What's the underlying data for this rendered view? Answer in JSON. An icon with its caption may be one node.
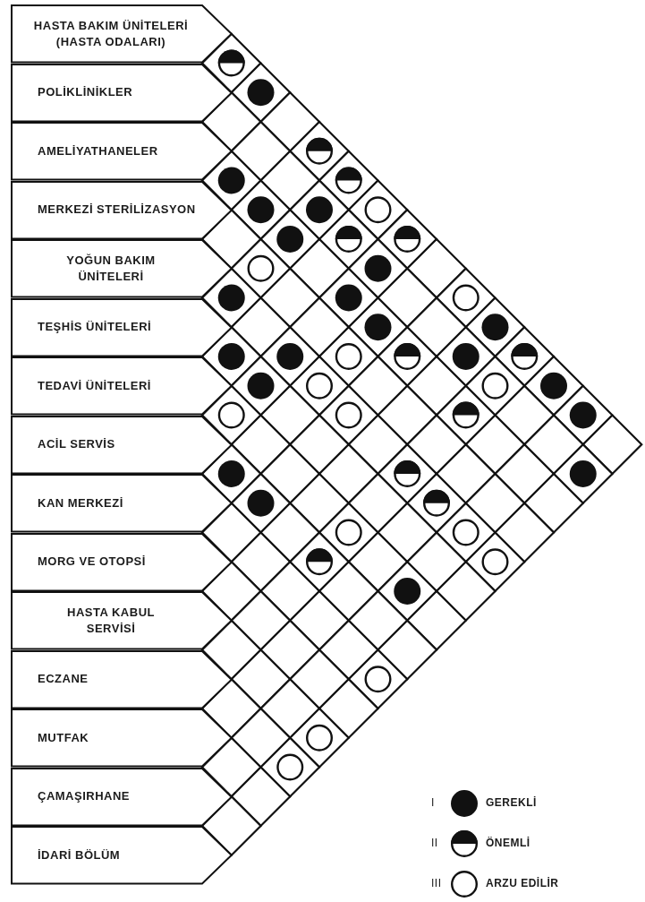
{
  "diagram": {
    "nodes": [
      {
        "text": [
          "HASTA BAKIM ÜNİTELERİ (HASTA ODALARI)"
        ]
      },
      {
        "text": [
          "POLİKLİNİKLER"
        ]
      },
      {
        "text": [
          "AMELİYATHANELER"
        ]
      },
      {
        "text": [
          "MERKEZİ STERİLİZASYON"
        ]
      },
      {
        "text": [
          "YOĞUN BAKIM ÜNİTELERİ"
        ]
      },
      {
        "text": [
          "TEŞHİS ÜNİTELERİ"
        ]
      },
      {
        "text": [
          "TEDAVİ ÜNİTELERİ"
        ]
      },
      {
        "text": [
          "ACİL SERVİS"
        ]
      },
      {
        "text": [
          "KAN MERKEZİ"
        ]
      },
      {
        "text": [
          "MORG VE OTOPSİ"
        ]
      },
      {
        "text": [
          "HASTA KABUL SERVİSİ"
        ]
      },
      {
        "text": [
          "ECZANE"
        ]
      },
      {
        "text": [
          "MUTFAK"
        ]
      },
      {
        "text": [
          "ÇAMAŞIRHANE"
        ]
      },
      {
        "text": [
          "İDARİ BÖLÜM"
        ]
      },
      {
        "text": [],
        "shape": "diamond"
      },
      {
        "text": [],
        "shape": "diamond"
      },
      {
        "text": [],
        "shape": "diamond"
      },
      {
        "text": [],
        "shape": "diamond"
      },
      {
        "text": [],
        "shape": "diamond"
      },
      {
        "text": [],
        "shape": "diamond"
      },
      {
        "text": [],
        "shape": "diamond"
      },
      {
        "text": [],
        "shape": "diamond"
      },
      {
        "text": [],
        "shape": "diamond"
      },
      {
        "text": [],
        "shape": "diamond"
      },
      {
        "text": [],
        "shape": "diamond"
      },
      {
        "text": [],
        "shape": "diamond"
      },
      {
        "text": [],
        "shape": "diamond"
      },
      {
        "text": [],
        "shape": "diamond"
      },
      {
        "text": [],
        "shape": "diamond"
      },
      {
        "text": [],
        "shape": "diamond"
      },
      {
        "text": [],
        "shape": "diamond"
      },
      {
        "text": [],
        "shape": "diamond"
      },
      {
        "text": [],
        "shape": "diamond"
      },
      {
        "text": [],
        "shape": "diamond"
      },
      {
        "text": [],
        "shape": "diamond"
      },
      {
        "text": [],
        "shape": "diamond"
      },
      {
        "text": [],
        "shape": "diamond"
      },
      {
        "text": [],
        "shape": "diamond"
      },
      {
        "text": [],
        "shape": "diamond"
      },
      {
        "text": [],
        "shape": "diamond"
      },
      {
        "text": [],
        "shape": "diamond"
      },
      {
        "text": [],
        "shape": "diamond"
      },
      {
        "text": [],
        "shape": "diamond"
      },
      {
        "text": [],
        "shape": "diamond"
      },
      {
        "text": [],
        "shape": "diamond"
      },
      {
        "text": [],
        "shape": "diamond"
      },
      {
        "text": [],
        "shape": "diamond"
      },
      {
        "text": [],
        "shape": "diamond"
      },
      {
        "text": [],
        "shape": "diamond"
      },
      {
        "text": [],
        "shape": "diamond"
      },
      {
        "text": [],
        "shape": "diamond"
      },
      {
        "text": [],
        "shape": "diamond"
      },
      {
        "text": [],
        "shape": "diamond"
      },
      {
        "text": [],
        "shape": "diamond"
      },
      {
        "text": [],
        "shape": "diamond"
      },
      {
        "text": [],
        "shape": "diamond"
      },
      {
        "text": [],
        "shape": "diamond"
      },
      {
        "text": [],
        "shape": "diamond"
      },
      {
        "text": [],
        "shape": "diamond"
      },
      {
        "text": [],
        "shape": "diamond"
      },
      {
        "text": [],
        "shape": "diamond"
      },
      {
        "text": [],
        "shape": "diamond"
      },
      {
        "text": [],
        "shape": "diamond"
      },
      {
        "text": [],
        "shape": "diamond"
      },
      {
        "text": [],
        "shape": "diamond"
      },
      {
        "text": [],
        "shape": "diamond"
      },
      {
        "text": [],
        "shape": "diamond"
      },
      {
        "text": [],
        "shape": "diamond"
      },
      {
        "text": [],
        "shape": "diamond"
      },
      {
        "text": [],
        "shape": "diamond"
      },
      {
        "text": [],
        "shape": "diamond"
      },
      {
        "text": [],
        "shape": "diamond"
      },
      {
        "text": [],
        "shape": "diamond"
      },
      {
        "text": [],
        "shape": "diamond"
      },
      {
        "text": [],
        "shape": "diamond"
      },
      {
        "text": [],
        "shape": "diamond"
      },
      {
        "text": [],
        "shape": "diamond"
      },
      {
        "text": [],
        "shape": "diamond"
      },
      {
        "text": [],
        "shape": "diamond"
      },
      {
        "text": [],
        "shape": "diamond"
      },
      {
        "text": [],
        "shape": "diamond"
      },
      {
        "text": [],
        "shape": "diamond"
      },
      {
        "text": [],
        "shape": "diamond"
      },
      {
        "text": [],
        "shape": "diamond"
      },
      {
        "text": [],
        "shape": "diamond"
      },
      {
        "text": [],
        "shape": "diamond"
      },
      {
        "text": [],
        "shape": "diamond"
      },
      {
        "text": [],
        "shape": "diamond"
      },
      {
        "text": [],
        "shape": "diamond"
      },
      {
        "text": [],
        "shape": "diamond"
      },
      {
        "text": [],
        "shape": "diamond"
      },
      {
        "text": [],
        "shape": "diamond"
      },
      {
        "text": [],
        "shape": "diamond"
      },
      {
        "text": [],
        "shape": "diamond"
      },
      {
        "text": [],
        "shape": "diamond"
      },
      {
        "text": [],
        "shape": "diamond"
      },
      {
        "text": [],
        "shape": "diamond"
      },
      {
        "text": [],
        "shape": "diamond"
      },
      {
        "text": [],
        "shape": "diamond"
      },
      {
        "text": [],
        "shape": "diamond"
      },
      {
        "text": [],
        "shape": "diamond"
      },
      {
        "text": [],
        "shape": "diamond"
      },
      {
        "text": [],
        "shape": "diamond"
      },
      {
        "text": [],
        "shape": "diamond"
      },
      {
        "text": [],
        "shape": "diamond"
      },
      {
        "text": [],
        "shape": "diamond"
      },
      {
        "text": [],
        "shape": "diamond"
      },
      {
        "text": [],
        "shape": "diamond"
      },
      {
        "text": [],
        "shape": "diamond"
      },
      {
        "text": [],
        "shape": "diamond"
      },
      {
        "text": [],
        "shape": "diamond"
      },
      {
        "text": [],
        "shape": "diamond"
      },
      {
        "text": [],
        "shape": "diamond"
      },
      {
        "text": [],
        "shape": "diamond"
      },
      {
        "text": [],
        "shape": "diamond"
      },
      {
        "text": [],
        "shape": "diamond"
      },
      {
        "text": [],
        "shape": "diamond"
      },
      {
        "text": [],
        "shape": "diamond"
      },
      {
        "text": [],
        "shape": "diamond"
      },
      {
        "text": [],
        "shape": "half-disc",
        "in": 15
      },
      {
        "text": [],
        "shape": "disc",
        "in": 16
      },
      {
        "text": [],
        "shape": "half-disc",
        "in": 20
      },
      {
        "text": [],
        "shape": "disc",
        "in": 21
      },
      {
        "text": [],
        "shape": "half-disc",
        "in": 23
      },
      {
        "text": [],
        "shape": "disc",
        "in": 24
      },
      {
        "text": [],
        "shape": "disc",
        "in": 25
      },
      {
        "text": [],
        "shape": "circle",
        "in": 26
      },
      {
        "text": [],
        "shape": "disc",
        "in": 28
      },
      {
        "text": [],
        "shape": "half-disc",
        "in": 29
      },
      {
        "text": [],
        "shape": "half-disc",
        "in": 30
      },
      {
        "text": [],
        "shape": "circle",
        "in": 31
      },
      {
        "text": [],
        "shape": "disc",
        "in": 33
      },
      {
        "text": [],
        "shape": "disc",
        "in": 35
      },
      {
        "text": [],
        "shape": "disc",
        "in": 37
      },
      {
        "text": [],
        "shape": "circle",
        "in": 39
      },
      {
        "text": [],
        "shape": "disc",
        "in": 42
      },
      {
        "text": [],
        "shape": "disc",
        "in": 44
      },
      {
        "text": [],
        "shape": "disc",
        "in": 45
      },
      {
        "text": [],
        "shape": "disc",
        "in": 46
      },
      {
        "text": [],
        "shape": "circle",
        "in": 47
      },
      {
        "text": [],
        "shape": "half-disc",
        "in": 48
      },
      {
        "text": [],
        "shape": "disc",
        "in": 49
      },
      {
        "text": [],
        "shape": "half-disc",
        "in": 50
      },
      {
        "text": [],
        "shape": "disc",
        "in": 51
      },
      {
        "text": [],
        "shape": "circle",
        "in": 52
      },
      {
        "text": [],
        "shape": "circle",
        "in": 55
      },
      {
        "text": [],
        "shape": "disc",
        "in": 56
      },
      {
        "text": [],
        "shape": "circle",
        "in": 57
      },
      {
        "text": [],
        "shape": "circle",
        "in": 59
      },
      {
        "text": [],
        "shape": "half-disc",
        "in": 61
      },
      {
        "text": [],
        "shape": "disc",
        "in": 63
      },
      {
        "text": [],
        "shape": "disc",
        "in": 71
      },
      {
        "text": [],
        "shape": "half-disc",
        "in": 74
      },
      {
        "text": [],
        "shape": "disc",
        "in": 77
      },
      {
        "text": [],
        "shape": "disc",
        "in": 78
      },
      {
        "text": [],
        "shape": "half-disc",
        "in": 81
      },
      {
        "text": [],
        "shape": "circle",
        "in": 86
      },
      {
        "text": [],
        "shape": "circle",
        "in": 88
      },
      {
        "text": [],
        "shape": "half-disc",
        "in": 91
      },
      {
        "text": [],
        "shape": "circle",
        "in": 94
      },
      {
        "text": [],
        "shape": "disc",
        "in": 98
      },
      {
        "text": [],
        "shape": "circle",
        "in": 110
      },
      {
        "text": [],
        "shape": "circle",
        "in": 115
      },
      {
        "text": [],
        "shape": "circle",
        "in": 117
      }
    ],
    "labels": [
      "I",
      "II",
      "III"
    ],
    "legend": [
      {
        "text": "GEREKLİ"
      },
      {
        "text": "ÖNEMLİ"
      },
      {
        "text": "ARZU EDİLİR"
      }
    ]
  }
}
